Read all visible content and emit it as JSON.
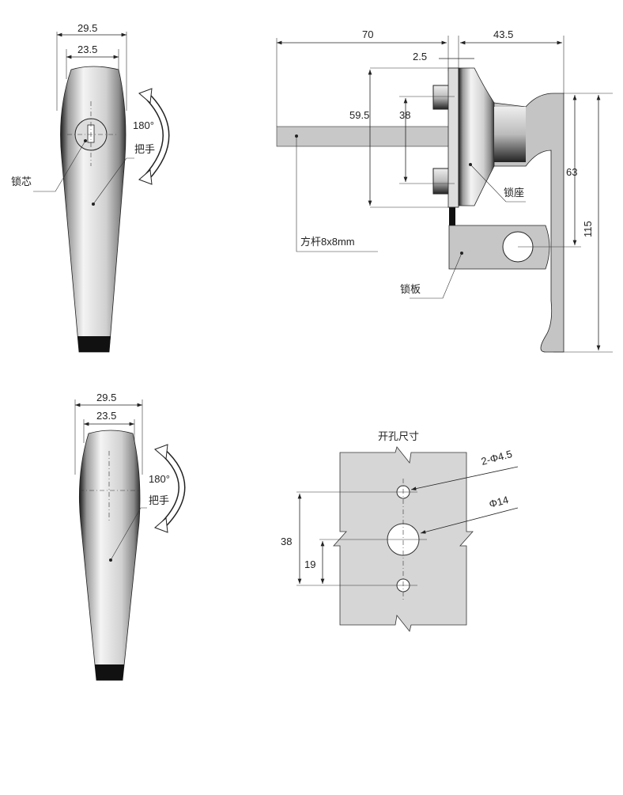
{
  "top_handle_view": {
    "dim_outer": "29.5",
    "dim_inner": "23.5",
    "rotation": "180°",
    "label_handle": "把手",
    "label_cylinder": "锁芯"
  },
  "side_view": {
    "dim_rod_length": "70",
    "dim_depth": "43.5",
    "dim_flange": "2.5",
    "dim_base_height": "59.5",
    "dim_bolt_spacing": "38",
    "dim_handle_to_plate": "63",
    "dim_total_height": "115",
    "label_rod": "方杆8x8mm",
    "label_base": "锁座",
    "label_plate": "锁板"
  },
  "bottom_handle_view": {
    "dim_outer": "29.5",
    "dim_inner": "23.5",
    "rotation": "180°",
    "label_handle": "把手"
  },
  "cutout_view": {
    "title": "开孔尺寸",
    "small_holes": "2-Φ4.5",
    "large_hole": "Φ14",
    "dim_total": "38",
    "dim_half": "19"
  },
  "colors": {
    "metal": "#c8c8c8",
    "panel": "#d6d6d6",
    "dark": "#1a1a1a"
  }
}
